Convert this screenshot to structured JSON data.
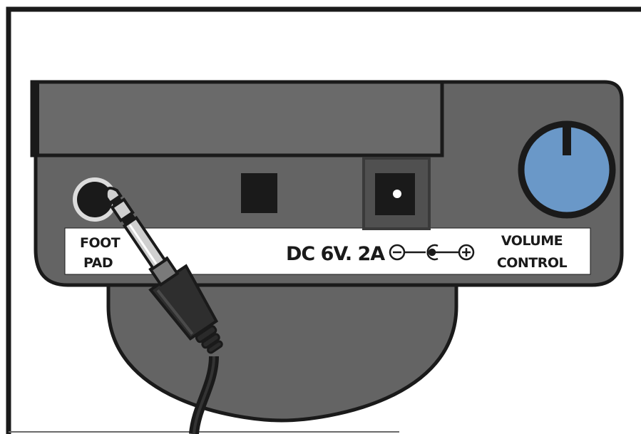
{
  "labels": {
    "foot_pad_line1": "FOOT",
    "foot_pad_line2": "PAD",
    "dc_rating": "DC 6V. 2A",
    "volume_line1": "VOLUME",
    "volume_line2": "CONTROL"
  },
  "icons": {
    "polarity": "center-positive-polarity-icon",
    "plug": "trs-plug-icon",
    "knob": "volume-knob-icon"
  },
  "colors": {
    "panel_body": "#646464",
    "panel_top": "#6a6a6a",
    "outline": "#1a1a1a",
    "knob_blue": "#6a98c8",
    "label_strip": "#ffffff",
    "background": "#ffffff"
  }
}
